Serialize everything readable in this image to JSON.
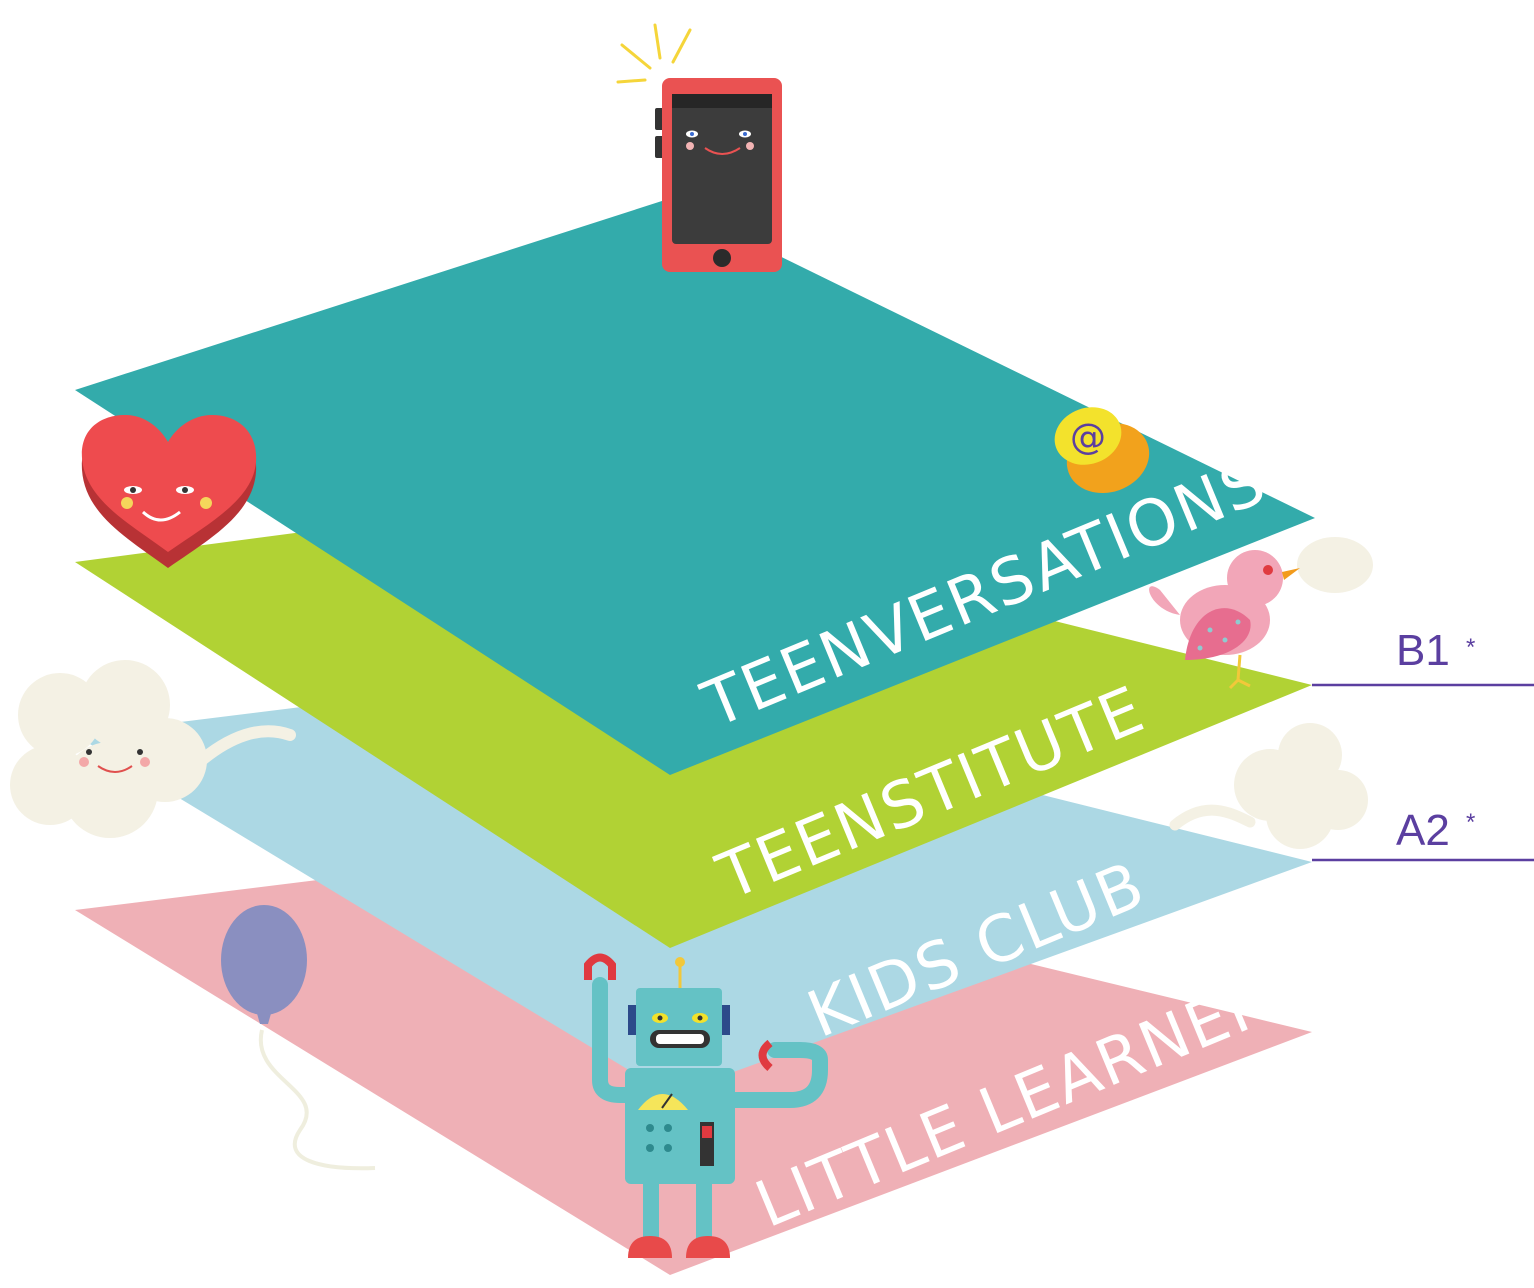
{
  "layers": [
    {
      "id": "little-learners",
      "label": "LITTLE LEARNERS",
      "color": "#efb0b6"
    },
    {
      "id": "kids-club",
      "label": "KIDS CLUB",
      "color": "#acd8e4"
    },
    {
      "id": "teenstitute",
      "label": "TEENSTITUTE",
      "color": "#b1d234"
    },
    {
      "id": "teenversations",
      "label": "TEENVERSATIONS",
      "color": "#33abab"
    }
  ],
  "levels": [
    {
      "label": "B1",
      "note": "*"
    },
    {
      "label": "A2",
      "note": "*"
    }
  ],
  "email_badge": "@",
  "colors": {
    "level_line": "#5b3fa0",
    "heart": "#ee4b4e",
    "phone": "#ea5252",
    "cloud": "#f4f1e4",
    "balloon": "#8a8fc0",
    "robot": "#64c2c5",
    "bird": "#f2a6b8",
    "badge": "#f3e22c"
  },
  "icons": [
    "smartphone-icon",
    "heart-icon",
    "email-at-icon",
    "bird-icon",
    "cloud-icon",
    "balloon-icon",
    "robot-icon"
  ]
}
